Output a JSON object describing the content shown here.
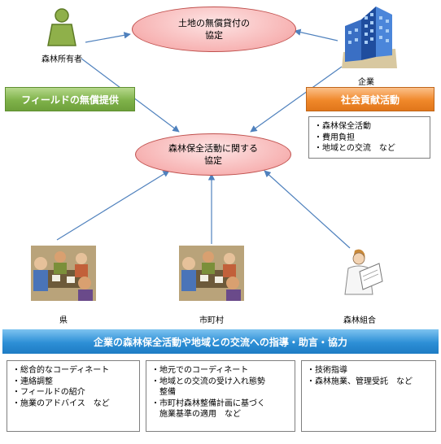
{
  "nodes": {
    "owner": "森林所有者",
    "company": "企業",
    "prefecture": "県",
    "municipality": "市町村",
    "cooperative": "森林組合"
  },
  "agreements": {
    "land": "土地の無償貸付の\n協定",
    "conservation": "森林保全活動に関する\n協定"
  },
  "roles": {
    "field": "フィールドの無償提供",
    "csr": "社会貢献活動",
    "guidance": "企業の森林保全活動や地域との交流への指導・助言・協力"
  },
  "company_items": [
    "・森林保全活動",
    "・費用負担",
    "・地域との交流　など"
  ],
  "prefecture_items": [
    "・総合的なコーディネート",
    "・連絡調整",
    "・フィールドの紹介",
    "・施業のアドバイス　など"
  ],
  "municipality_items": [
    "・地元でのコーディネート",
    "・地域との交流の受け入れ態勢",
    "　整備",
    "・市町村森林整備計画に基づく",
    "　施業基準の適用　など"
  ],
  "cooperative_items": [
    "・技術指導",
    "・森林施業、管理受託　など"
  ],
  "colors": {
    "arrow": "#4f81bd",
    "ellipse_border": "#c0504d",
    "field_box": "#7fb24a",
    "csr_box": "#f0882a",
    "guidance_bar": "#2d8fd6"
  }
}
